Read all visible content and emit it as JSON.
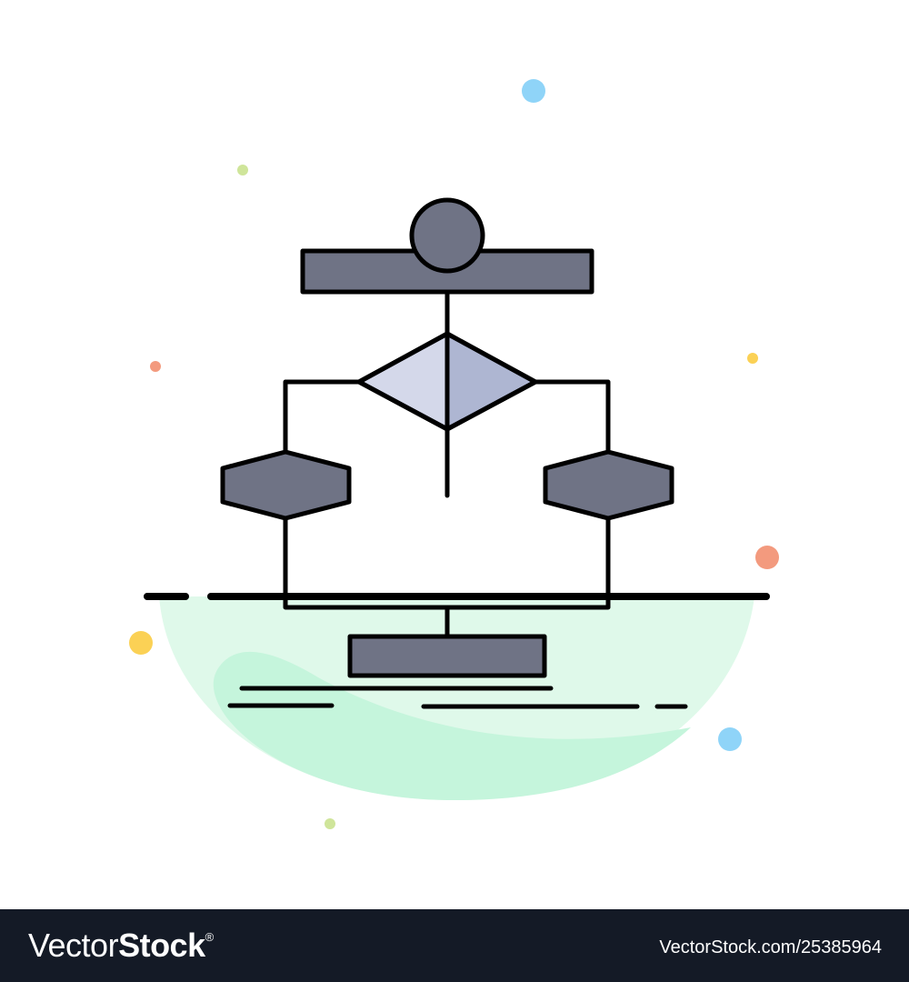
{
  "footer": {
    "logo_light": "Vector",
    "logo_bold": "Stock",
    "logo_reg": "®",
    "image_id": "VectorStock.com/25385964"
  },
  "illustration": {
    "icon_name": "algorithm-flowchart-icon",
    "colors": {
      "stroke": "#000000",
      "shape_fill": "#6f7385",
      "diamond_left_fill": "#d4d8ea",
      "diamond_right_fill": "#aeb6d2",
      "ground_blob_light": "#dff9ea",
      "ground_blob_mid": "#c5f5dc",
      "dot_blue": "#8fd4f8",
      "dot_green": "#cfe59a",
      "dot_orange": "#f39a7e",
      "dot_yellow": "#fbd155"
    }
  }
}
